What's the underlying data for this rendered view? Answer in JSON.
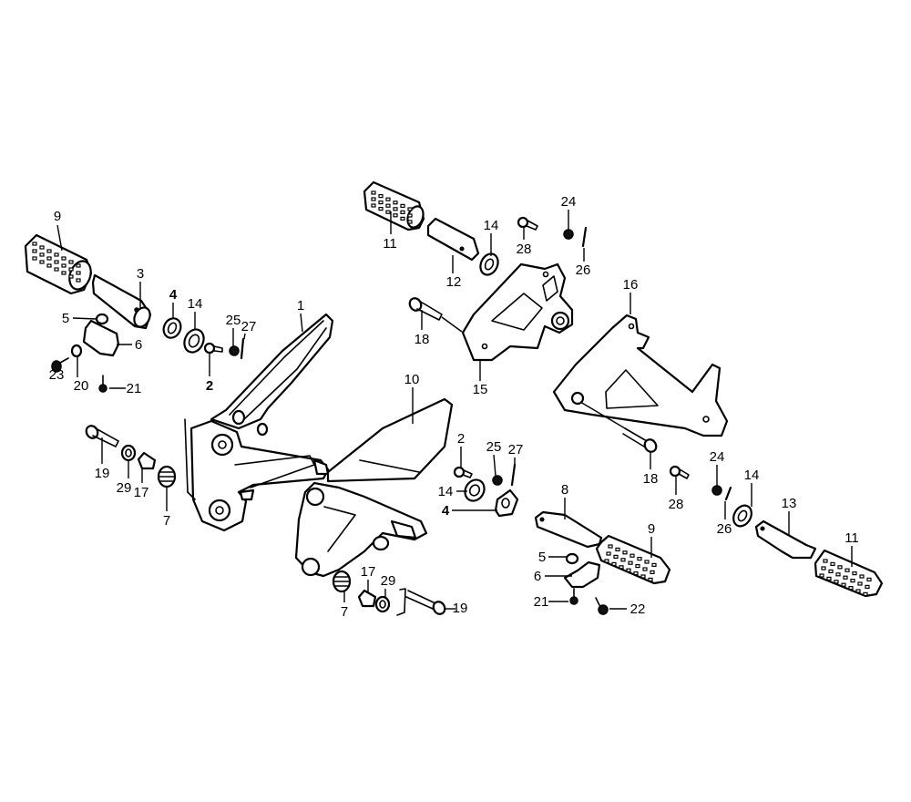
{
  "diagram": {
    "type": "exploded-parts-diagram",
    "subject": "step / footpeg assembly",
    "background_color": "#ffffff",
    "line_color": "#000000",
    "callouts": [
      {
        "id": "c9a",
        "label": "9"
      },
      {
        "id": "c3",
        "label": "3"
      },
      {
        "id": "c4a",
        "label": "4"
      },
      {
        "id": "c14a",
        "label": "14"
      },
      {
        "id": "c25a",
        "label": "25"
      },
      {
        "id": "c27a",
        "label": "27"
      },
      {
        "id": "c5a",
        "label": "5"
      },
      {
        "id": "c6a",
        "label": "6"
      },
      {
        "id": "c23",
        "label": "23"
      },
      {
        "id": "c20",
        "label": "20"
      },
      {
        "id": "c21a",
        "label": "21"
      },
      {
        "id": "c2a",
        "label": "2"
      },
      {
        "id": "c1",
        "label": "1"
      },
      {
        "id": "c19a",
        "label": "19"
      },
      {
        "id": "c29a",
        "label": "29"
      },
      {
        "id": "c17a",
        "label": "17"
      },
      {
        "id": "c7a",
        "label": "7"
      },
      {
        "id": "c10",
        "label": "10"
      },
      {
        "id": "c7b",
        "label": "7"
      },
      {
        "id": "c17b",
        "label": "17"
      },
      {
        "id": "c29b",
        "label": "29"
      },
      {
        "id": "c19b",
        "label": "19"
      },
      {
        "id": "c11a",
        "label": "11"
      },
      {
        "id": "c12",
        "label": "12"
      },
      {
        "id": "c14b",
        "label": "14"
      },
      {
        "id": "c28a",
        "label": "28"
      },
      {
        "id": "c24a",
        "label": "24"
      },
      {
        "id": "c26a",
        "label": "26"
      },
      {
        "id": "c18a",
        "label": "18"
      },
      {
        "id": "c15",
        "label": "15"
      },
      {
        "id": "c16",
        "label": "16"
      },
      {
        "id": "c18b",
        "label": "18"
      },
      {
        "id": "c2b",
        "label": "2"
      },
      {
        "id": "c25b",
        "label": "25"
      },
      {
        "id": "c27b",
        "label": "27"
      },
      {
        "id": "c14c",
        "label": "14"
      },
      {
        "id": "c4b",
        "label": "4"
      },
      {
        "id": "c8",
        "label": "8"
      },
      {
        "id": "c9b",
        "label": "9"
      },
      {
        "id": "c5b",
        "label": "5"
      },
      {
        "id": "c6b",
        "label": "6"
      },
      {
        "id": "c21b",
        "label": "21"
      },
      {
        "id": "c22",
        "label": "22"
      },
      {
        "id": "c28b",
        "label": "28"
      },
      {
        "id": "c24b",
        "label": "24"
      },
      {
        "id": "c26b",
        "label": "26"
      },
      {
        "id": "c14d",
        "label": "14"
      },
      {
        "id": "c13",
        "label": "13"
      },
      {
        "id": "c11b",
        "label": "11"
      }
    ]
  }
}
